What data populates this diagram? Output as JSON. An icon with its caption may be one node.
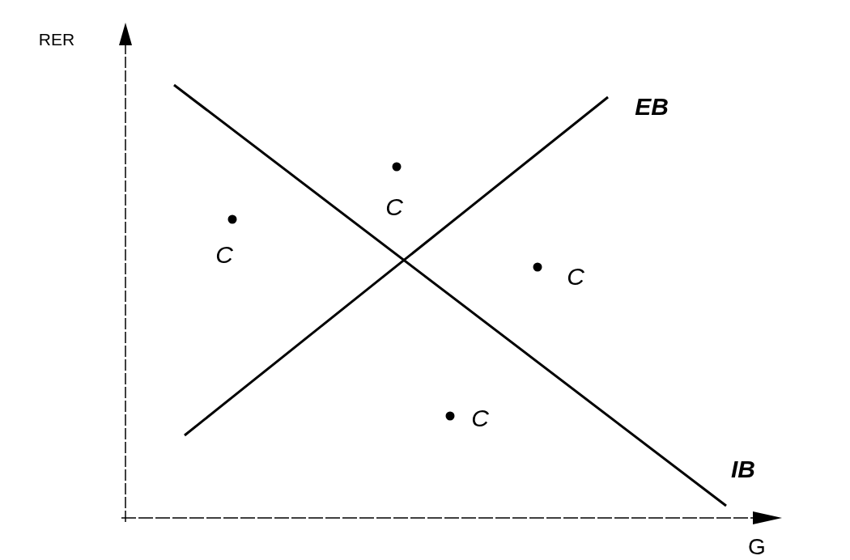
{
  "diagram": {
    "labels": [
      "RER",
      "EB",
      "C",
      "C",
      "C",
      "C",
      "IB",
      "G"
    ]
  }
}
